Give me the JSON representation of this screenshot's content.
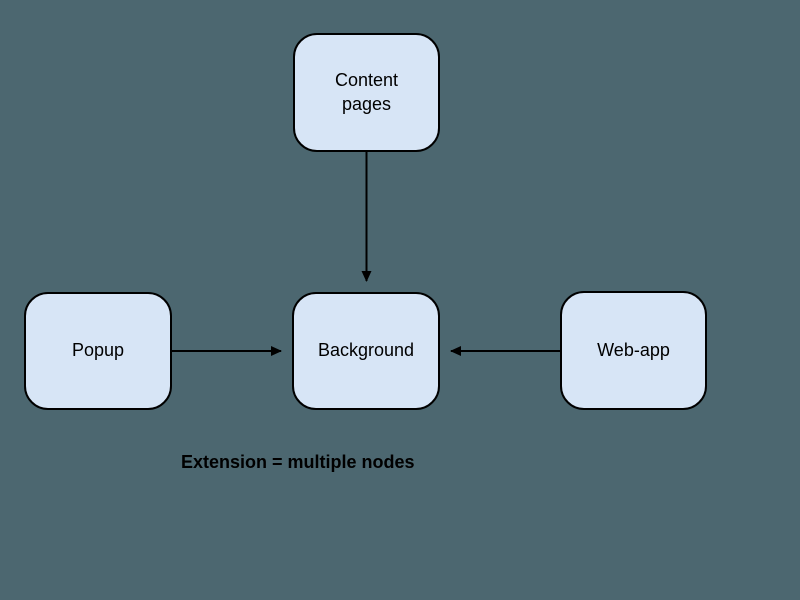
{
  "page": {
    "background_color": "#4c6770"
  },
  "diagram": {
    "nodes": {
      "content_pages": {
        "label": "Content\npages"
      },
      "popup": {
        "label": "Popup"
      },
      "background": {
        "label": "Background"
      },
      "web_app": {
        "label": "Web-app"
      }
    },
    "edges": [
      {
        "from": "content_pages",
        "to": "background",
        "arrow_direction": "down"
      },
      {
        "from": "popup",
        "to": "background",
        "arrow_direction": "right"
      },
      {
        "from": "web_app",
        "to": "background",
        "arrow_direction": "left"
      }
    ],
    "caption": "Extension = multiple nodes",
    "colors": {
      "node_fill": "#d7e5f6",
      "node_border": "#000000",
      "arrow": "#000000",
      "caption_text": "#000000"
    }
  }
}
